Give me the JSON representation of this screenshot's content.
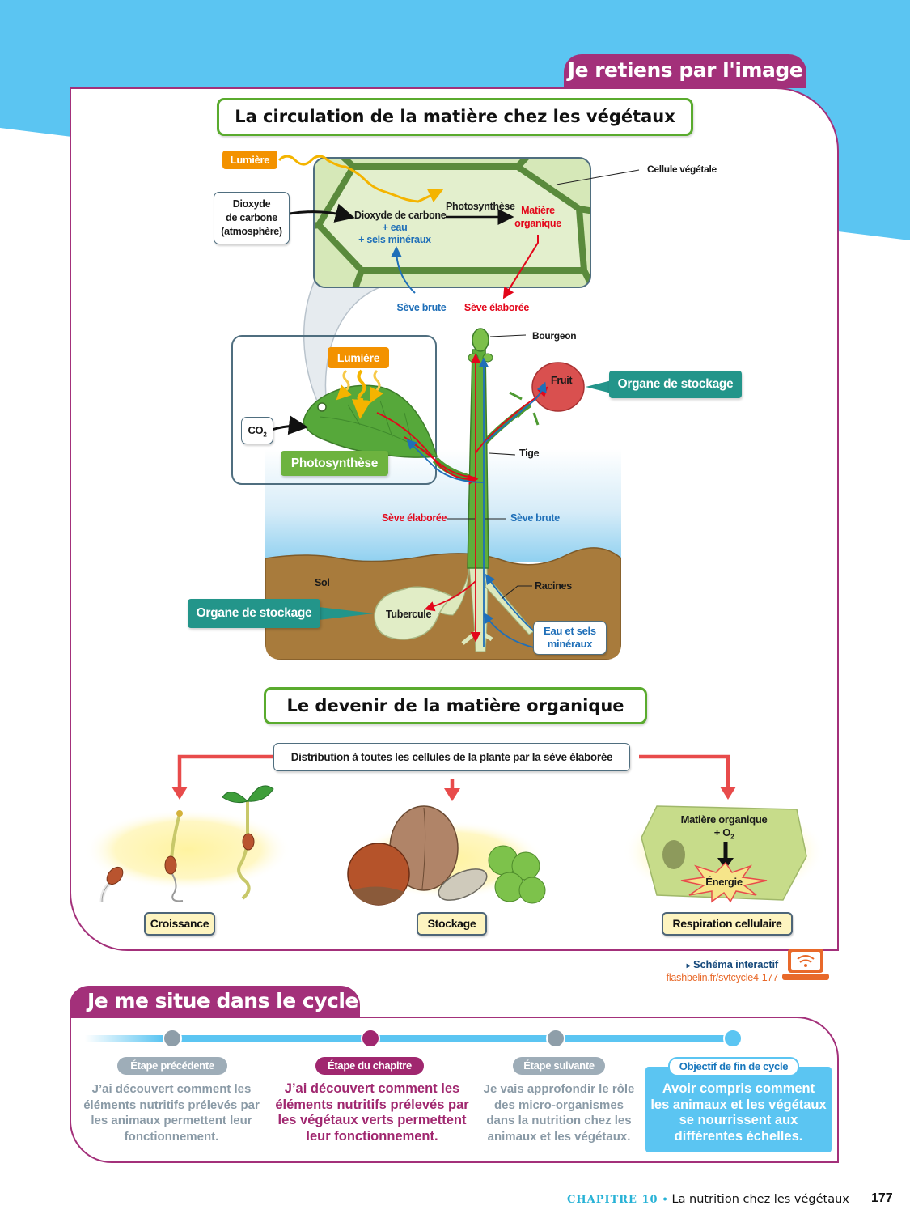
{
  "header": {
    "section_tab": "Je retiens par l'image"
  },
  "circulation": {
    "title": "La circulation de la matière chez les végétaux",
    "cell": {
      "light_label": "Lumière",
      "co2_source": [
        "Dioxyde",
        "de carbone",
        "(atmosphère)"
      ],
      "reactant_main": "Dioxyde de carbone",
      "reactant_water": "+ eau",
      "reactant_minerals": "+ sels minéraux",
      "process": "Photosynthèse",
      "product": [
        "Matière",
        "organique"
      ],
      "cell_label": "Cellule végétale",
      "raw_sap": "Sève brute",
      "processed_sap": "Sève élaborée"
    },
    "leaf": {
      "light_label": "Lumière",
      "co2": "CO",
      "co2_sub": "2",
      "process": "Photosynthèse"
    },
    "plant": {
      "bud": "Bourgeon",
      "fruit": "Fruit",
      "stem": "Tige",
      "storage_fruit": "Organe de stockage",
      "processed_sap": "Sève élaborée",
      "raw_sap": "Sève brute",
      "soil": "Sol",
      "roots": "Racines",
      "tuber": "Tubercule",
      "storage_tuber": "Organe de stockage",
      "water_minerals": [
        "Eau et sels",
        "minéraux"
      ]
    }
  },
  "fate": {
    "title": "Le devenir de la matière organique",
    "distribution": "Distribution à toutes les cellules de la plante par la sève élaborée",
    "outcomes": [
      {
        "label": "Croissance"
      },
      {
        "label": "Stockage"
      },
      {
        "label": "Respiration cellulaire"
      }
    ],
    "respiration": {
      "reactant": "Matière organique",
      "oxygen": "+ O",
      "oxygen_sub": "2",
      "product": "Énergie"
    }
  },
  "interactive": {
    "label": "Schéma interactif",
    "link": "flashbelin.fr/svtcycle4-177"
  },
  "cycle": {
    "tab": "Je me situe dans le cycle",
    "steps": [
      {
        "badge": "Étape précédente",
        "lines": [
          "J’ai découvert comment les",
          "éléments nutritifs prélevés par",
          "les animaux permettent leur",
          "fonctionnement."
        ],
        "state": "done"
      },
      {
        "badge": "Étape du chapitre",
        "lines": [
          "J’ai découvert comment les",
          "éléments nutritifs prélevés par",
          "les végétaux verts permettent",
          "leur fonctionnement."
        ],
        "state": "current"
      },
      {
        "badge": "Étape suivante",
        "lines": [
          "Je vais approfondir le rôle",
          "des micro-organismes",
          "dans la nutrition chez les",
          "animaux et les végétaux."
        ],
        "state": "next"
      },
      {
        "badge": "Objectif de fin de cycle",
        "lines": [
          "Avoir compris comment",
          "les animaux et les végétaux",
          "se nourrissent aux",
          "différentes échelles."
        ],
        "state": "goal"
      }
    ]
  },
  "footer": {
    "chapter": "CHAPITRE 10",
    "separator": "•",
    "chapter_title": "La nutrition chez les végétaux",
    "page_number": "177"
  },
  "colors": {
    "background_blue": "#5bc5f2",
    "section_purple": "#a3307a",
    "title_green": "#5aab2e",
    "light_orange": "#f39200",
    "storage_teal": "#23958a",
    "processed_sap_red": "#e3061a",
    "raw_sap_blue": "#1f6fb8",
    "outcome_arrow_red": "#e84b4b",
    "step_gray": "#9eadb8",
    "link_orange": "#e8692a"
  }
}
